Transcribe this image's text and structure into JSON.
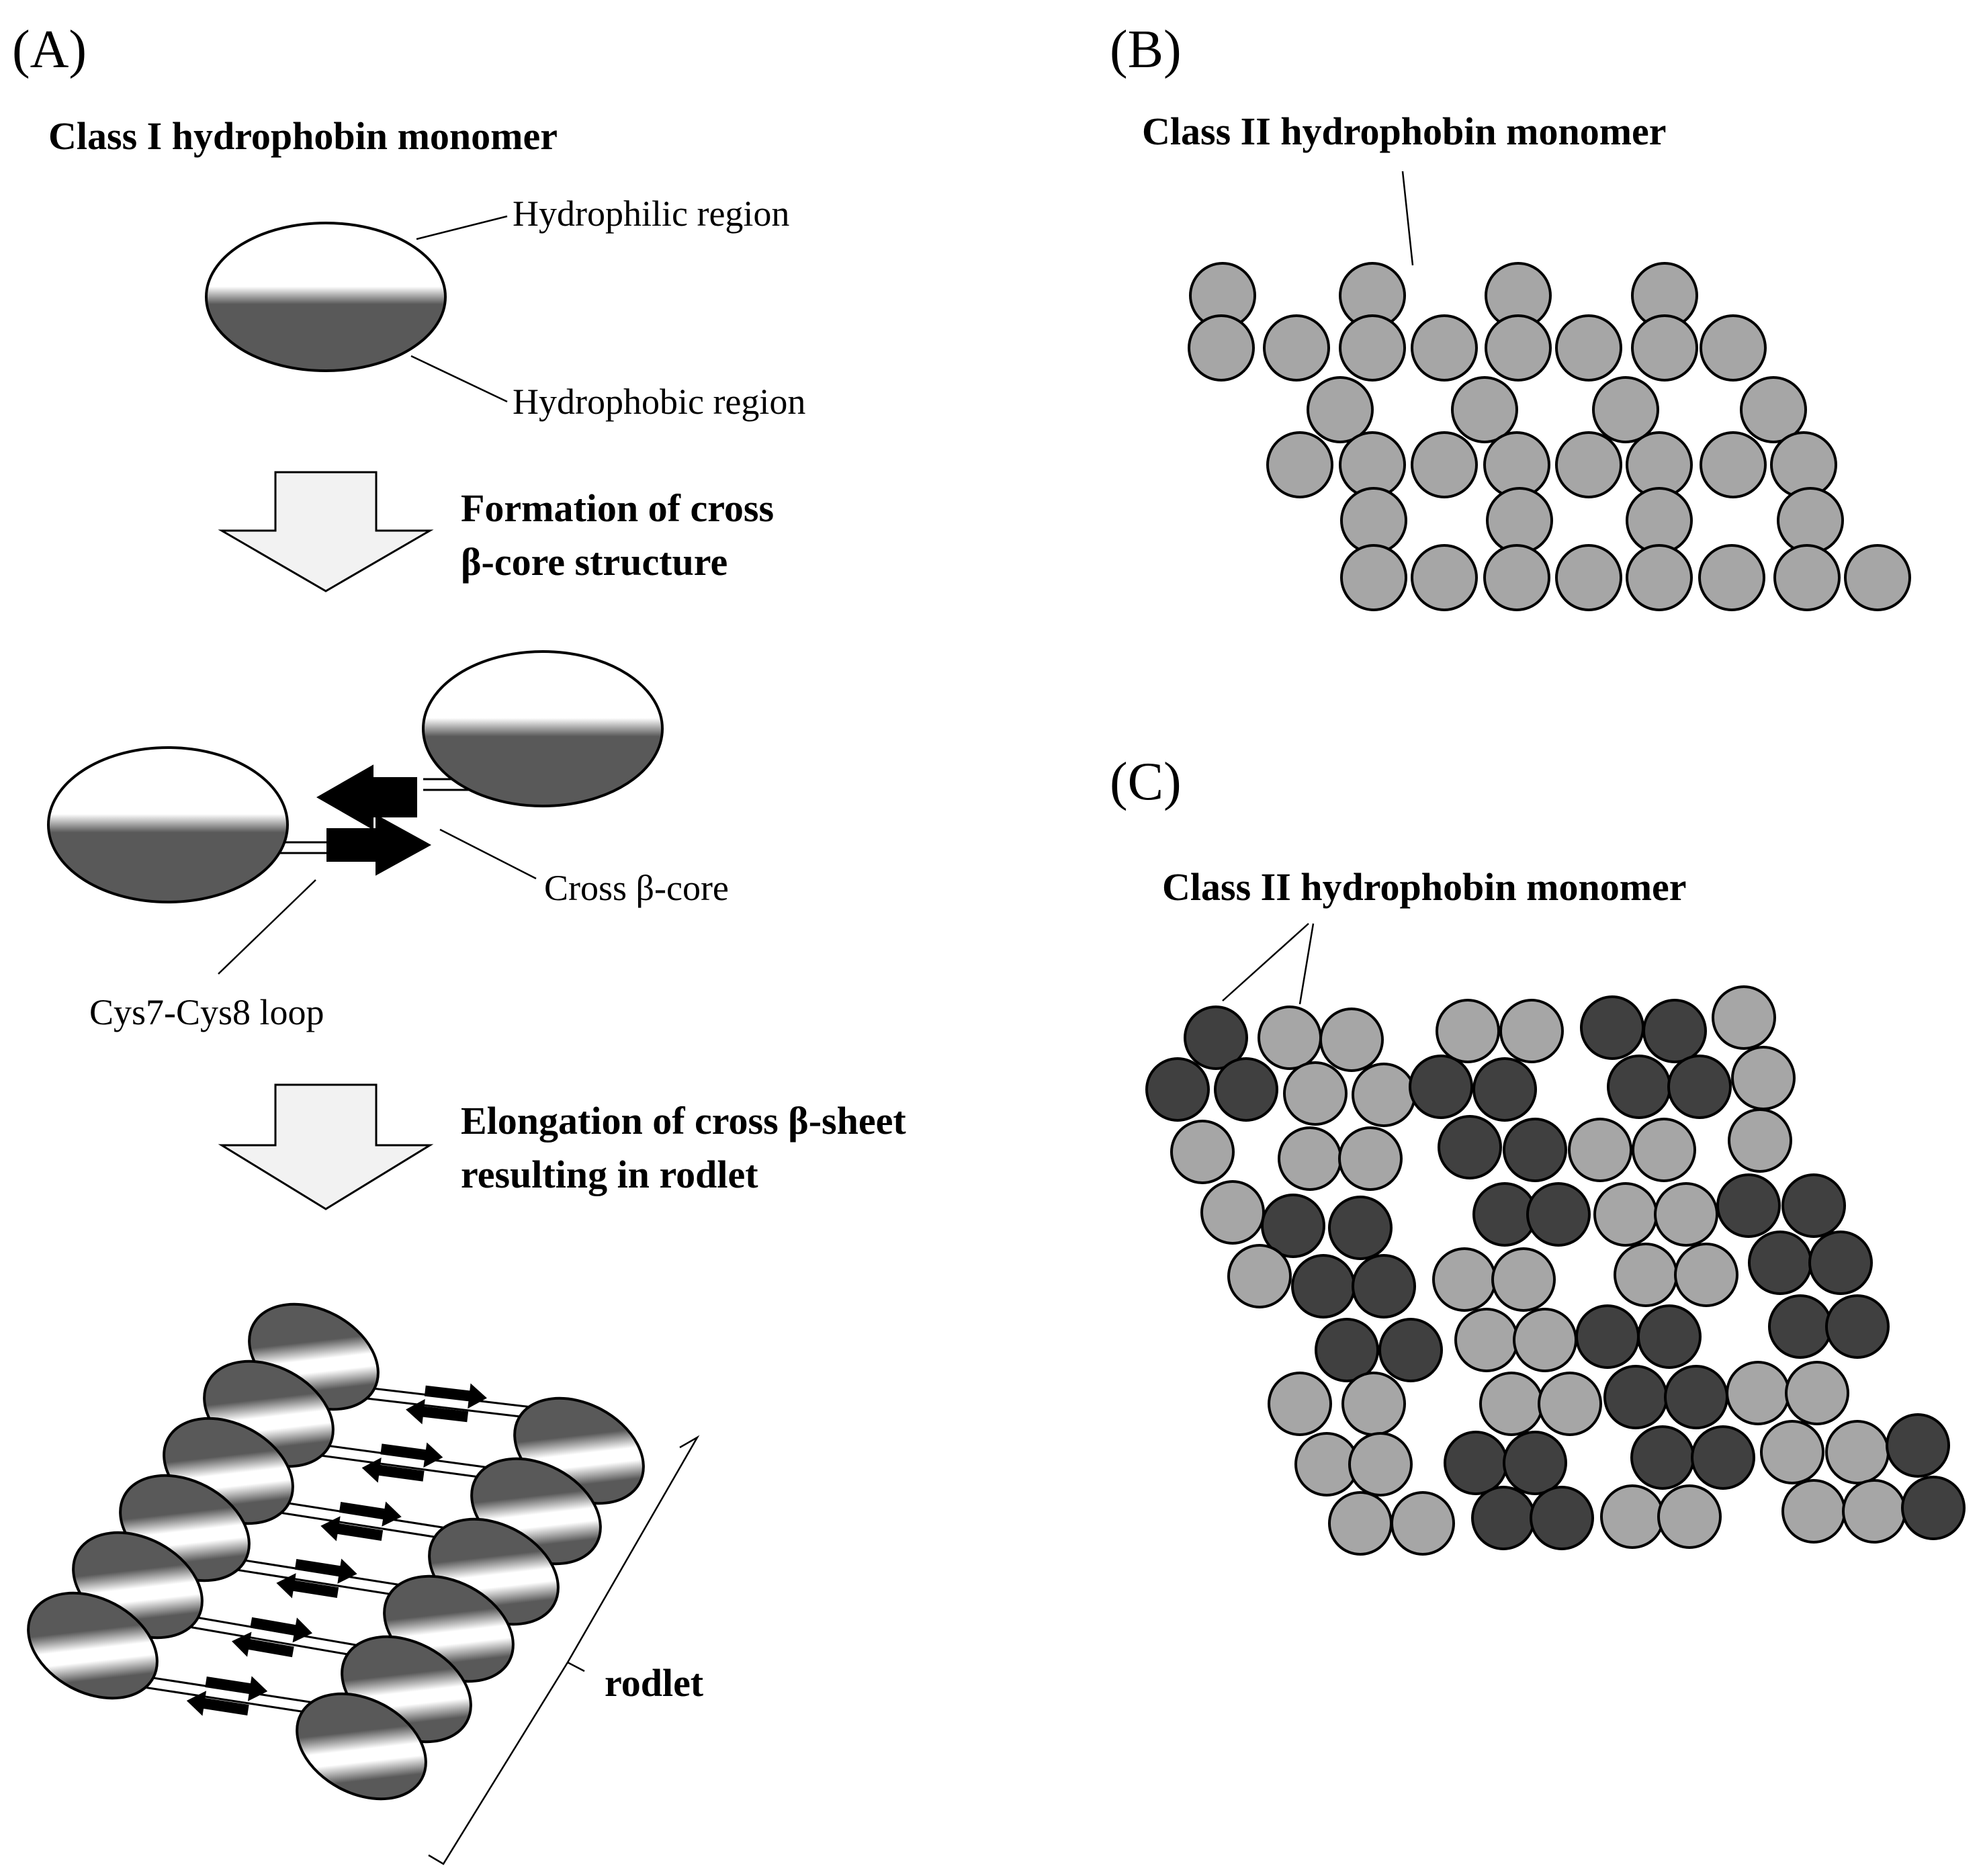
{
  "panels": {
    "a": {
      "label": "(A)",
      "title": "Class I hydrophobin monomer",
      "hydrophilic_label": "Hydrophilic region",
      "hydrophobic_label": "Hydrophobic region",
      "step1_line1": "Formation of cross",
      "step1_line2": "β-core structure",
      "cross_core_label": "Cross β-core",
      "loop_label": "Cys7-Cys8 loop",
      "step2_line1": "Elongation of cross β-sheet",
      "step2_line2": "resulting in rodlet",
      "rodlet_label": "rodlet"
    },
    "b": {
      "label": "(B)",
      "title": "Class II hydrophobin monomer"
    },
    "c": {
      "label": "(C)",
      "title": "Class II hydrophobin monomer"
    }
  },
  "colors": {
    "hydrophilic": "#ffffff",
    "hydrophobic": "#595959",
    "monomer_light": "#a6a6a6",
    "monomer_dark": "#404040",
    "arrow_fill": "#f2f2f2",
    "strand": "#000000"
  }
}
